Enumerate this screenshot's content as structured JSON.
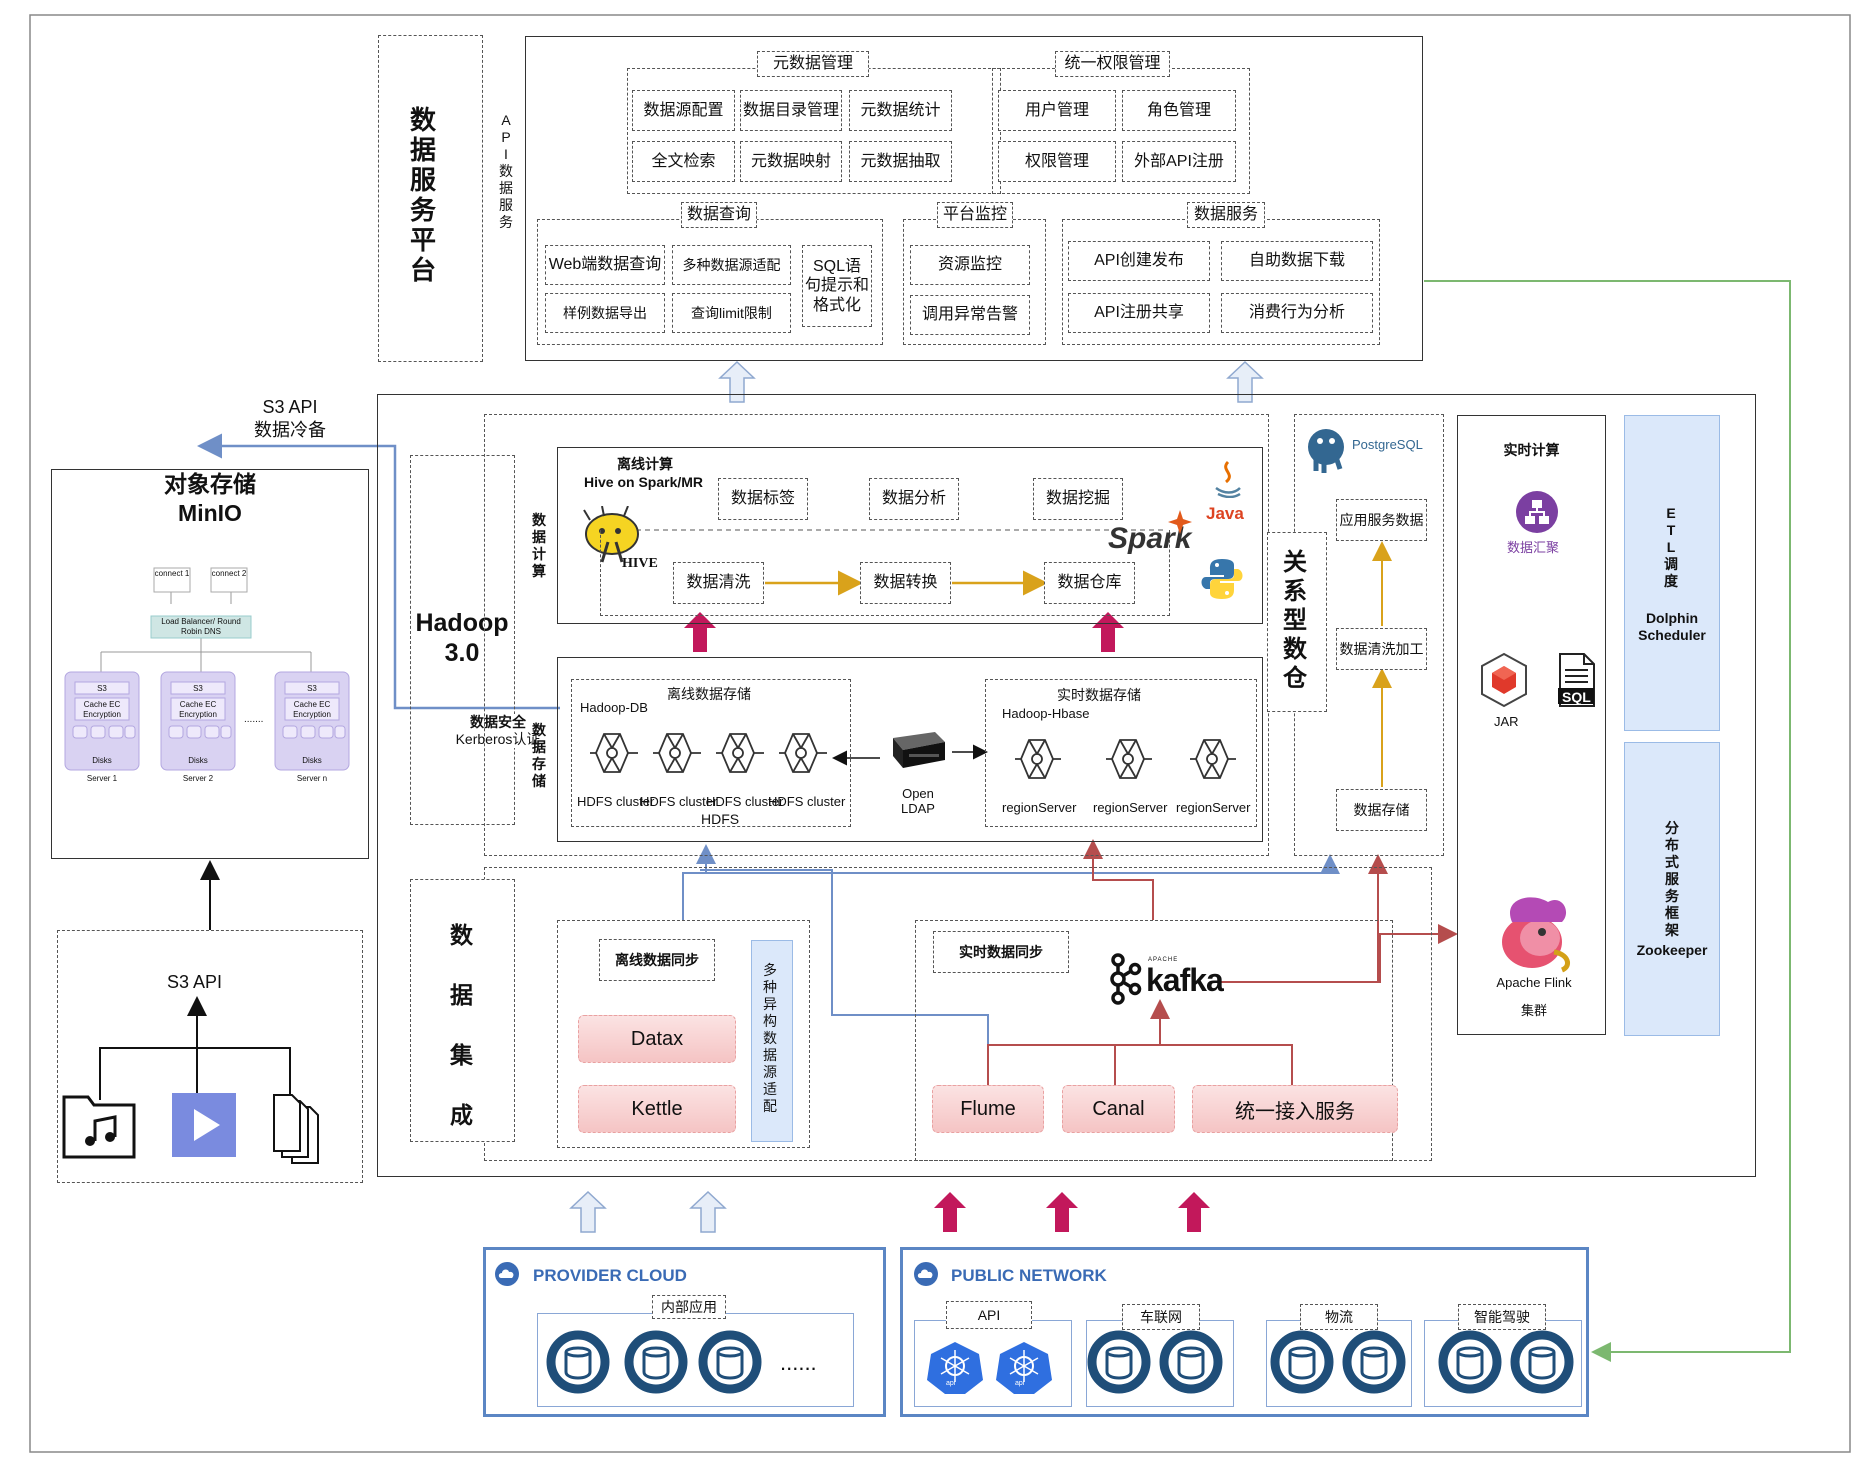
{
  "platform": {
    "title_chars": [
      "数",
      "据",
      "服",
      "务",
      "平",
      "台"
    ],
    "api_chars": [
      "A",
      "P",
      "I",
      "数",
      "据",
      "服",
      "务"
    ],
    "meta_mgmt": {
      "title": "元数据管理",
      "items": [
        "数据源配置",
        "数据目录管理",
        "元数据统计",
        "全文检索",
        "元数据映射",
        "元数据抽取"
      ]
    },
    "auth_mgmt": {
      "title": "统一权限管理",
      "items": [
        "用户管理",
        "角色管理",
        "权限管理",
        "外部API注册"
      ]
    },
    "query": {
      "title": "数据查询",
      "items": [
        "Web端数据查询",
        "多种数据源适配",
        "SQL语句提示和格式化",
        "样例数据导出",
        "查询limit限制"
      ]
    },
    "monitor": {
      "title": "平台监控",
      "items": [
        "资源监控",
        "调用异常告警"
      ]
    },
    "service": {
      "title": "数据服务",
      "items": [
        "API创建发布",
        "自助数据下载",
        "API注册共享",
        "消费行为分析"
      ]
    }
  },
  "minio": {
    "arrow_label_1": "S3 API",
    "arrow_label_2": "数据冷备",
    "title_1": "对象存储",
    "title_2": "MinIO",
    "connect_1": "connect 1",
    "connect_2": "connect 2",
    "lb": "Load Balancer/ Round Robin DNS",
    "servers": [
      {
        "s3": "S3",
        "cache": "Cache EC Encryption",
        "disks": "Disks",
        "name": "Server 1"
      },
      {
        "s3": "S3",
        "cache": "Cache EC Encryption",
        "disks": "Disks",
        "name": "Server 2"
      },
      {
        "s3": "S3",
        "cache": "Cache EC Encryption",
        "disks": "Disks",
        "name": "Server n"
      }
    ],
    "dots": "......."
  },
  "client": {
    "s3api": "S3 API"
  },
  "hadoop": {
    "title_1": "Hadoop",
    "title_2": "3.0",
    "security_1": "数据安全",
    "security_2": "Kerberos认证",
    "compute_chars": [
      "数",
      "据",
      "计",
      "算"
    ],
    "storage_chars": [
      "数",
      "据",
      "存",
      "储"
    ],
    "offline_title": "离线计算",
    "offline_sub": "Hive on Spark/MR",
    "compute_top": [
      "数据标签",
      "数据分析",
      "数据挖掘"
    ],
    "compute_flow": [
      "数据清洗",
      "数据转换",
      "数据仓库"
    ],
    "offline_store": "离线数据存储",
    "hadoop_db": "Hadoop-DB",
    "hdfs_clusters": [
      "HDFS cluster",
      "HDFS cluster",
      "HDFS cluster",
      "HDFS cluster"
    ],
    "hdfs": "HDFS",
    "ldap_1": "Open",
    "ldap_2": "LDAP",
    "rt_store": "实时数据存储",
    "hbase": "Hadoop-Hbase",
    "region_servers": [
      "regionServer",
      "regionServer",
      "regionServer"
    ],
    "java": "Java",
    "spark": "Spark",
    "hive": "HIVE"
  },
  "relational": {
    "postgres": "PostgreSQL",
    "chars": [
      "关",
      "系",
      "型",
      "数",
      "仓"
    ],
    "items": [
      "应用服务数据",
      "数据清洗加工",
      "数据存储"
    ]
  },
  "realtime": {
    "title": "实时计算",
    "collect": "数据汇聚",
    "jar": "JAR",
    "sql": "SQL",
    "flink": "Apache Flink",
    "cluster": "集群"
  },
  "etl": {
    "chars": [
      "E",
      "T",
      "L",
      "调",
      "度"
    ],
    "name_1": "Dolphin",
    "name_2": "Scheduler"
  },
  "zk": {
    "chars": [
      "分",
      "布",
      "式",
      "服",
      "务",
      "框",
      "架"
    ],
    "name": "Zookeeper"
  },
  "integration": {
    "chars": [
      "数",
      "据",
      "集",
      "成"
    ],
    "offline_sync": "离线数据同步",
    "offline_tools": [
      "Datax",
      "Kettle"
    ],
    "adapt_chars": [
      "多",
      "种",
      "异",
      "构",
      "数",
      "据",
      "源",
      "适",
      "配"
    ],
    "rt_sync": "实时数据同步",
    "kafka": "kafka",
    "kafka_small": "APACHE",
    "rt_tools": [
      "Flume",
      "Canal",
      "统一接入服务"
    ]
  },
  "clouds": {
    "provider": {
      "title": "PROVIDER CLOUD",
      "group": "内部应用",
      "dots": "......"
    },
    "public": {
      "title": "PUBLIC NETWORK",
      "groups": [
        "API",
        "车联网",
        "物流",
        "智能驾驶"
      ],
      "api_icon": "api"
    }
  },
  "colors": {
    "blue_line": "#6f8fc7",
    "red_line": "#b54d4d",
    "orange": "#d9a21b",
    "green": "#7cb870",
    "magenta": "#c2185b"
  }
}
